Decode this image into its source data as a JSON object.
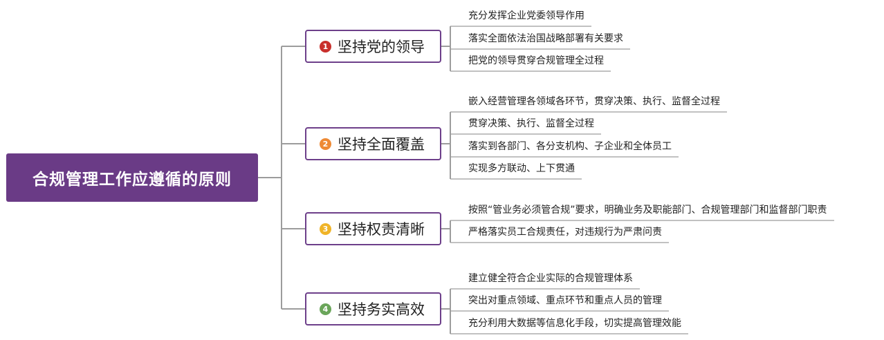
{
  "root": {
    "title": "合规管理工作应遵循的原则"
  },
  "colors": {
    "root_bg": "#6a3b86",
    "branch_border": "#6d3f8a",
    "connector": "#9c9c9c",
    "badge_1": "#c9302c",
    "badge_2": "#ee8a35",
    "badge_3": "#f0b428",
    "badge_4": "#6aa55a"
  },
  "branches": [
    {
      "number": "1",
      "title": "坚持党的领导",
      "badge_icon": "number-circle-icon",
      "items": [
        "充分发挥企业党委领导作用",
        "落实全面依法治国战略部署有关要求",
        "把党的领导贯穿合规管理全过程"
      ]
    },
    {
      "number": "2",
      "title": "坚持全面覆盖",
      "badge_icon": "number-circle-icon",
      "items": [
        "嵌入经营管理各领域各环节，贯穿决策、执行、监督全过程",
        "贯穿决策、执行、监督全过程",
        "落实到各部门、各分支机构、子企业和全体员工",
        "实现多方联动、上下贯通"
      ]
    },
    {
      "number": "3",
      "title": "坚持权责清晰",
      "badge_icon": "number-circle-icon",
      "items": [
        "按照“管业务必须管合规”要求，明确业务及职能部门、合规管理部门和监督部门职责",
        "严格落实员工合规责任，对违规行为严肃问责"
      ]
    },
    {
      "number": "4",
      "title": "坚持务实高效",
      "badge_icon": "number-circle-icon",
      "items": [
        "建立健全符合企业实际的合规管理体系",
        "突出对重点领域、重点环节和重点人员的管理",
        "充分利用大数据等信息化手段，切实提高管理效能"
      ]
    }
  ]
}
